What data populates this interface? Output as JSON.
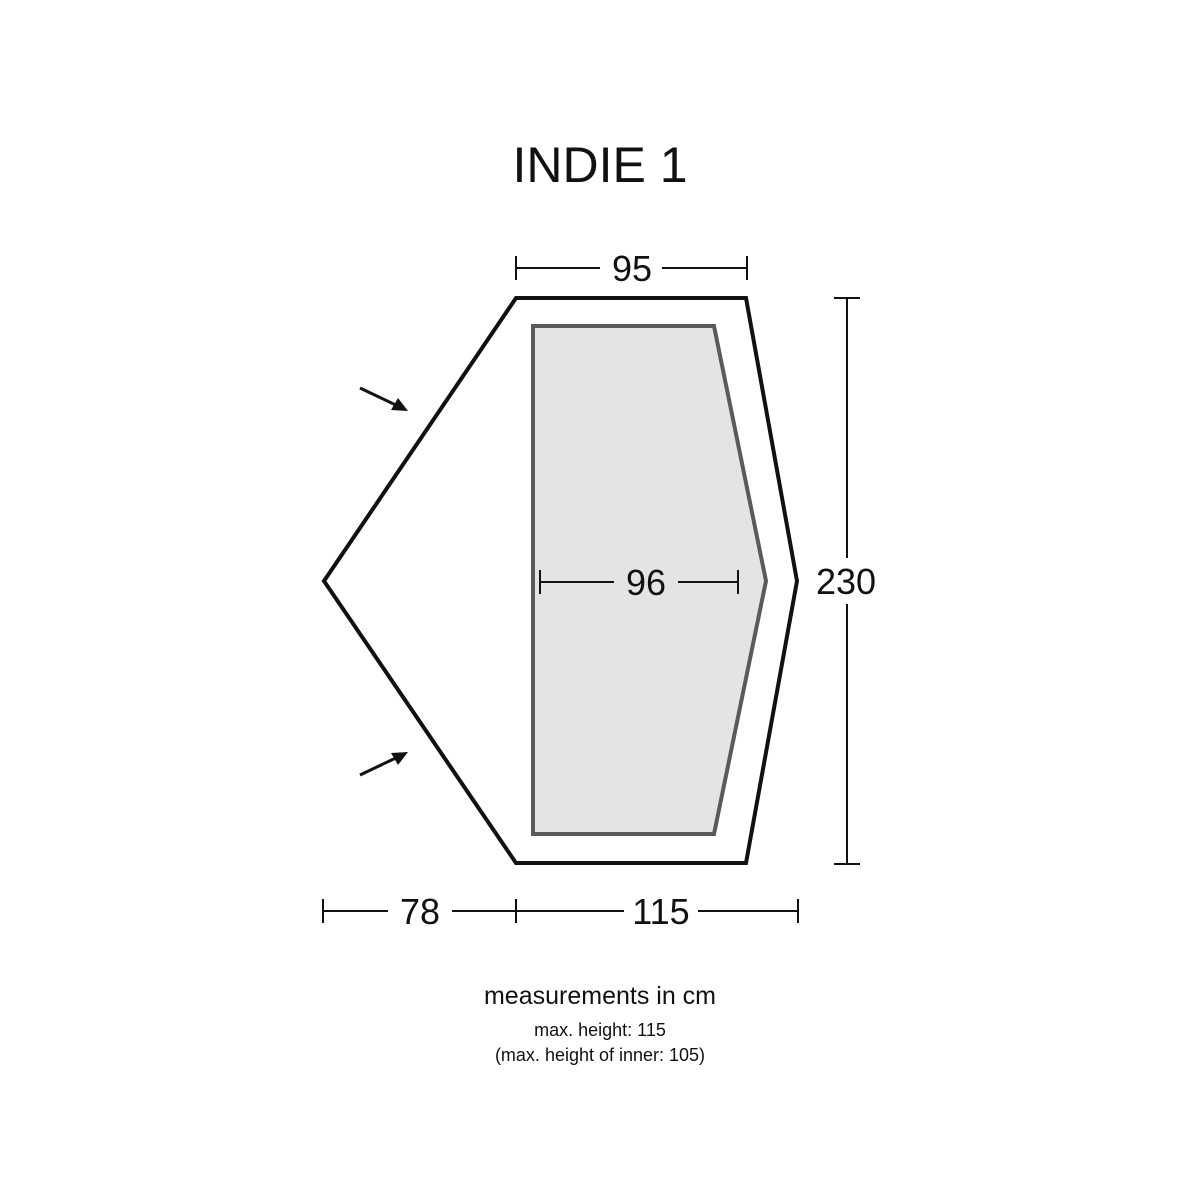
{
  "title": "INDIE 1",
  "dimensions": {
    "top_width": "95",
    "inner_width": "96",
    "length": "230",
    "vestibule_depth": "78",
    "bottom_width": "115"
  },
  "notes": {
    "units": "measurements in cm",
    "max_height": "max. height: 115",
    "inner_height": "(max. height of inner: 105)"
  },
  "colors": {
    "outline": "#111111",
    "inner_fill": "#e4e4e4",
    "inner_stroke": "#5a5a5a"
  },
  "icons": [
    "entrance-arrow-icon",
    "entrance-arrow-icon"
  ]
}
